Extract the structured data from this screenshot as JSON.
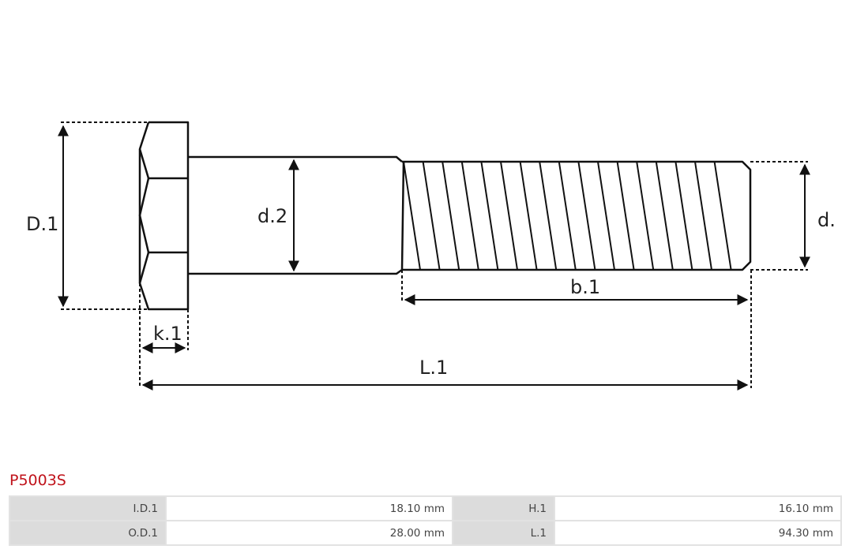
{
  "diagram": {
    "title": "Bolt dimension drawing",
    "labels": {
      "D1": "D.1",
      "d2": "d.2",
      "d": "d.",
      "b1": "b.1",
      "k1": "k.1",
      "L1": "L.1"
    },
    "colors": {
      "stroke": "#111111"
    }
  },
  "part": {
    "number": "P5003S",
    "color": "#c0131b"
  },
  "specs": {
    "rows": [
      {
        "label1": "I.D.1",
        "value1": "18.10 mm",
        "label2": "H.1",
        "value2": "16.10 mm"
      },
      {
        "label1": "O.D.1",
        "value1": "28.00 mm",
        "label2": "L.1",
        "value2": "94.30 mm"
      }
    ]
  }
}
